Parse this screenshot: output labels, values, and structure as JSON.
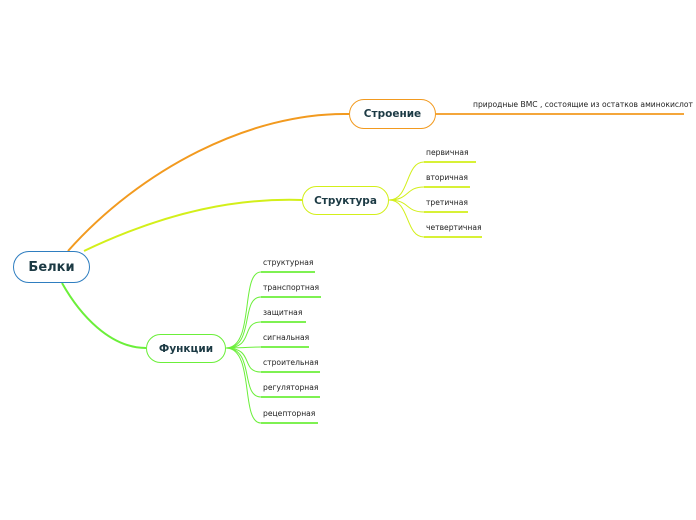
{
  "root": {
    "label": "Белки",
    "color": "#2f7ec0"
  },
  "branches": [
    {
      "label": "Строение",
      "color": "#f29a1f",
      "leaves": [
        "природные ВМС , состоящие из остатков аминокислот"
      ]
    },
    {
      "label": "Структура",
      "color": "#d3ef1a",
      "leaves": [
        "первичная",
        "вторичная",
        "третичная",
        "четвертичная"
      ]
    },
    {
      "label": "Функции",
      "color": "#6bef3a",
      "leaves": [
        "структурная",
        "транспортная",
        "защитная",
        "сигнальная",
        "строительная",
        "регуляторная",
        "рецепторная"
      ]
    }
  ]
}
